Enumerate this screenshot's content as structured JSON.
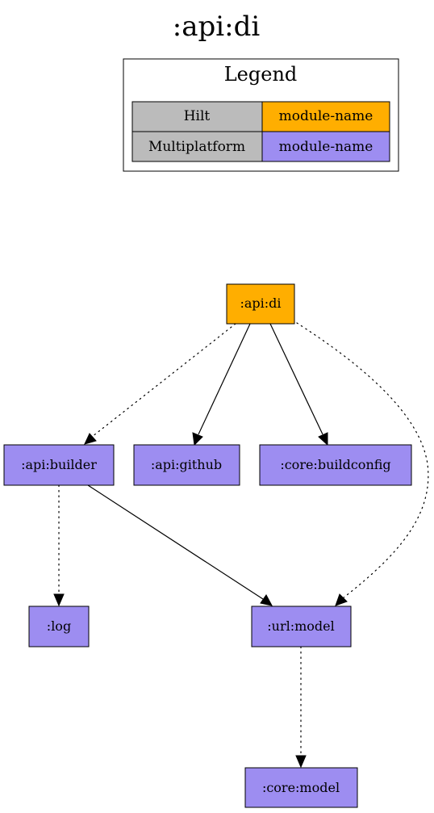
{
  "graph": {
    "title": ":api:di"
  },
  "legend": {
    "title": "Legend",
    "rows": [
      {
        "label": "Hilt",
        "value": "module-name"
      },
      {
        "label": "Multiplatform",
        "value": "module-name"
      }
    ]
  },
  "colors": {
    "hilt": "#FFAE00",
    "multiplatform": "#9D8DF1",
    "legend_label_fill": "#BBBBBB",
    "line": "#000000",
    "background": "#FFFFFF"
  },
  "nodes": {
    "api_di": ":api:di",
    "api_builder": ":api:builder",
    "api_github": ":api:github",
    "core_buildconfig": ":core:buildconfig",
    "log": ":log",
    "url_model": ":url:model",
    "core_model": ":core:model"
  },
  "edges": [
    {
      "from": ":api:di",
      "to": ":api:builder",
      "style": "dotted"
    },
    {
      "from": ":api:di",
      "to": ":api:github",
      "style": "solid"
    },
    {
      "from": ":api:di",
      "to": ":core:buildconfig",
      "style": "solid"
    },
    {
      "from": ":api:di",
      "to": ":url:model",
      "style": "dotted"
    },
    {
      "from": ":api:builder",
      "to": ":log",
      "style": "dotted"
    },
    {
      "from": ":api:builder",
      "to": ":url:model",
      "style": "solid"
    },
    {
      "from": ":url:model",
      "to": ":core:model",
      "style": "dotted"
    }
  ]
}
